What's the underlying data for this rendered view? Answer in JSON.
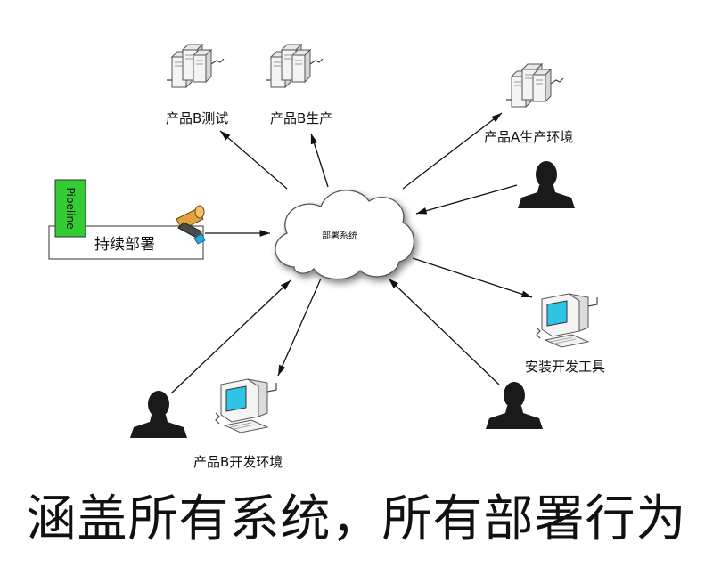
{
  "nodes": {
    "center": "部署系统",
    "product_b_test": "产品B测试",
    "product_b_prod": "产品B生产",
    "product_a_prod": "产品A生产环境",
    "install_dev_tools": "安装开发工具",
    "product_b_dev": "产品B开发环境",
    "continuous_deploy": "持续部署",
    "pipeline": "Pipeline"
  },
  "caption": "涵盖所有系统，所有部署行为",
  "colors": {
    "pipeline_green": "#33cc33",
    "screen_cyan": "#2ec4e6",
    "cloud_fill": "#ffffff",
    "person_fill": "#1a1a1a"
  },
  "icons": [
    "server-rack-icon",
    "computer-icon",
    "person-icon",
    "cloud-icon",
    "pipe-wrench-icon"
  ]
}
